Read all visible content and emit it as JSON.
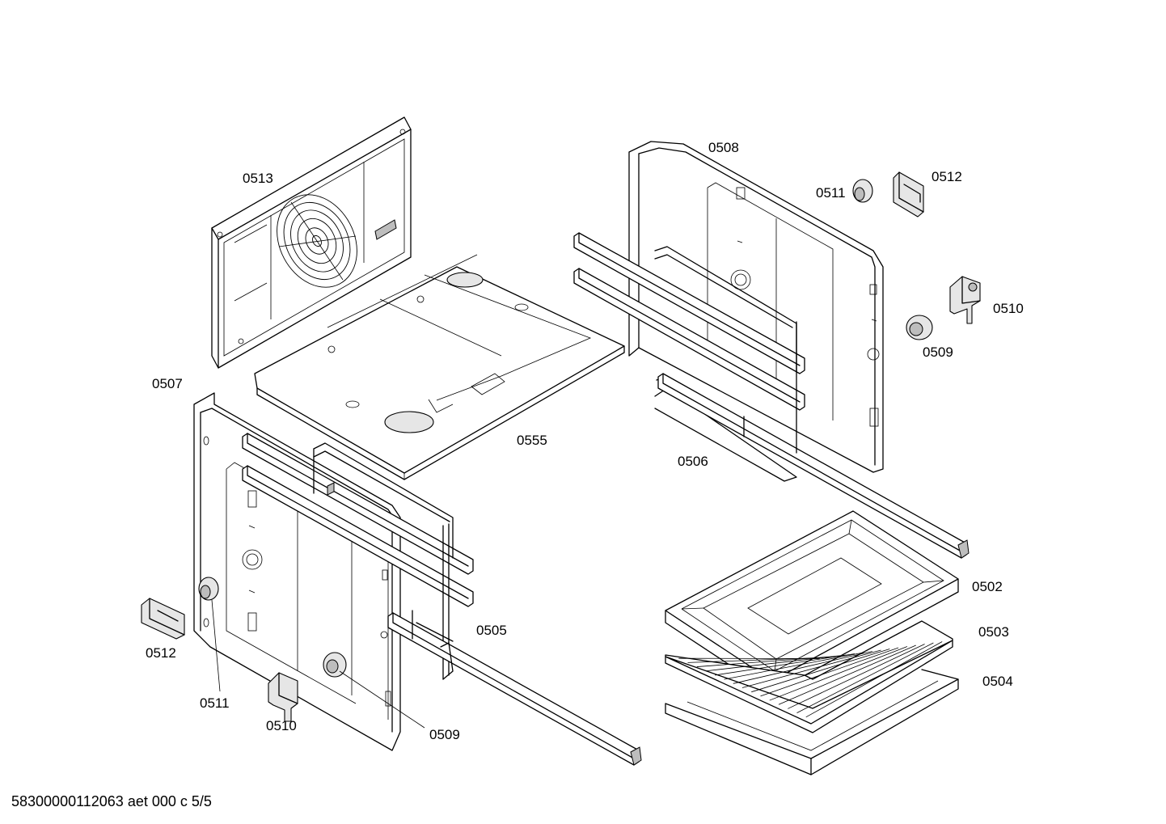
{
  "diagram": {
    "footer": "58300000112063 aet 000 c 5/5",
    "callouts": [
      {
        "id": "p0513",
        "label": "0513"
      },
      {
        "id": "p0508",
        "label": "0508"
      },
      {
        "id": "p0511a",
        "label": "0511"
      },
      {
        "id": "p0512a",
        "label": "0512"
      },
      {
        "id": "p0510a",
        "label": "0510"
      },
      {
        "id": "p0509a",
        "label": "0509"
      },
      {
        "id": "p0507",
        "label": "0507"
      },
      {
        "id": "p0555",
        "label": "0555"
      },
      {
        "id": "p0506",
        "label": "0506"
      },
      {
        "id": "p0502",
        "label": "0502"
      },
      {
        "id": "p0503",
        "label": "0503"
      },
      {
        "id": "p0504",
        "label": "0504"
      },
      {
        "id": "p0505",
        "label": "0505"
      },
      {
        "id": "p0512b",
        "label": "0512"
      },
      {
        "id": "p0511b",
        "label": "0511"
      },
      {
        "id": "p0510b",
        "label": "0510"
      },
      {
        "id": "p0509b",
        "label": "0509"
      }
    ]
  }
}
